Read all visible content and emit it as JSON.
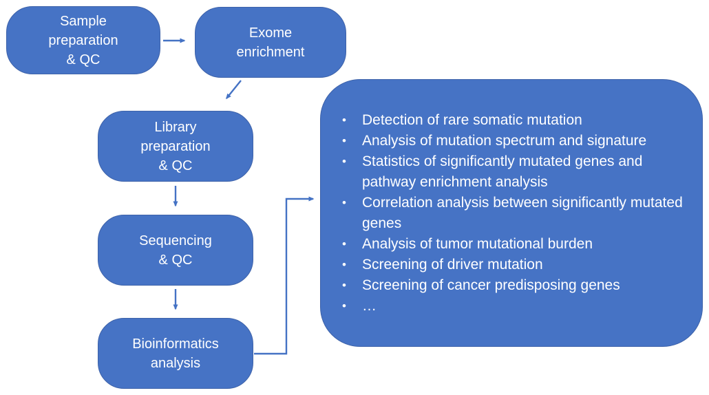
{
  "canvas": {
    "background": "#ffffff"
  },
  "colors": {
    "node_fill": "#4673c5",
    "node_border": "#3d62a9",
    "node_text": "#ffffff",
    "connector": "#4472c4"
  },
  "nodes": {
    "sample_prep": {
      "label": "Sample\npreparation\n& QC"
    },
    "exome_enrichment": {
      "label": "Exome\nenrichment"
    },
    "library_prep": {
      "label": "Library\npreparation\n& QC"
    },
    "sequencing": {
      "label": "Sequencing\n& QC"
    },
    "bioinformatics": {
      "label": "Bioinformatics\nanalysis"
    }
  },
  "analysis_panel": {
    "bullet_glyph": "•",
    "bullets": [
      "Detection of rare somatic mutation",
      "Analysis of mutation spectrum and signature",
      "Statistics of significantly mutated genes and pathway enrichment analysis",
      "Correlation analysis between significantly mutated genes",
      "Analysis of tumor mutational burden",
      "Screening of driver mutation",
      "Screening of cancer predisposing genes",
      "…"
    ]
  }
}
